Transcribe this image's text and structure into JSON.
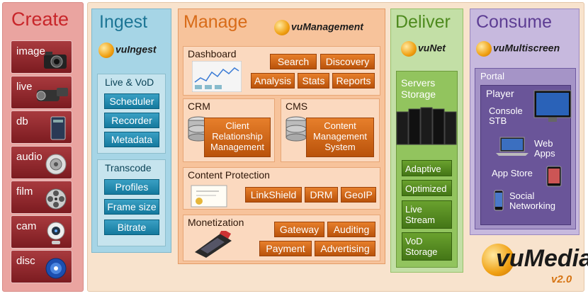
{
  "create": {
    "title": "Create",
    "items": [
      {
        "label": "image",
        "icon": "camera-icon"
      },
      {
        "label": "live",
        "icon": "video-camera-icon"
      },
      {
        "label": "db",
        "icon": "database-icon"
      },
      {
        "label": "audio",
        "icon": "speaker-icon"
      },
      {
        "label": "film",
        "icon": "film-reel-icon"
      },
      {
        "label": "cam",
        "icon": "webcam-icon"
      },
      {
        "label": "disc",
        "icon": "disc-icon"
      }
    ]
  },
  "ingest": {
    "title": "Ingest",
    "logo": "vuIngest",
    "live_vod": {
      "header": "Live & VoD",
      "buttons": [
        "Scheduler",
        "Recorder",
        "Metadata"
      ]
    },
    "transcode": {
      "header": "Transcode",
      "buttons": [
        "Profiles",
        "Frame size",
        "Bitrate"
      ]
    }
  },
  "manage": {
    "title": "Manage",
    "logo": "vuManagement",
    "dashboard": {
      "header": "Dashboard",
      "buttons": [
        "Search",
        "Discovery",
        "Analysis",
        "Stats",
        "Reports"
      ]
    },
    "crm": {
      "header": "CRM",
      "box": "Client Relationship Management"
    },
    "cms": {
      "header": "CMS",
      "box": "Content Management System"
    },
    "content_protection": {
      "header": "Content Protection",
      "buttons": [
        "LinkShield",
        "DRM",
        "GeoIP"
      ]
    },
    "monetization": {
      "header": "Monetization",
      "buttons": [
        "Gateway",
        "Auditing",
        "Payment",
        "Advertising"
      ]
    }
  },
  "deliver": {
    "title": "Deliver",
    "logo": "vuNet",
    "servers_label": "Servers Storage",
    "buttons": [
      "Adaptive",
      "Optimized",
      "Live Stream",
      "VoD Storage"
    ]
  },
  "consume": {
    "title": "Consume",
    "logo": "vuMultiscreen",
    "portal_label": "Portal",
    "player_label": "Player",
    "console": "Console STB",
    "web_apps": "Web Apps",
    "app_store": "App Store",
    "social": "Social Networking"
  },
  "brand": {
    "name": "vuMedia",
    "version": "v2.0"
  }
}
